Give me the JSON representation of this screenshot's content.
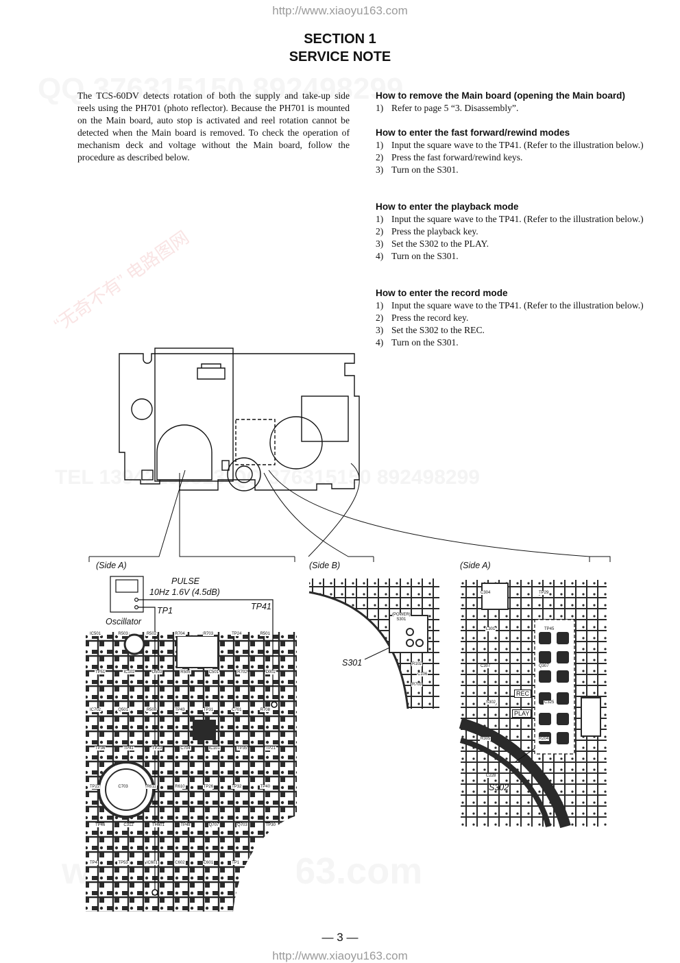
{
  "header": {
    "url_top": "http://www.xiaoyu163.com",
    "url_bottom": "http://www.xiaoyu163.com"
  },
  "section": {
    "number": "SECTION 1",
    "title": "SERVICE NOTE"
  },
  "intro": "The TCS-60DV detects rotation of both the supply and take-up side reels using the PH701 (photo reflector).   Because the PH701 is mounted on the Main board, auto stop is activated and reel rotation cannot be detected when the Main board is removed.  To check the operation of mechanism deck and voltage without the Main board, follow the procedure as described below.",
  "procedures": [
    {
      "heading": "How to remove the Main board  (opening the Main board)",
      "steps": [
        {
          "num": "1)",
          "text": "Refer to page 5 “3. Disassembly”."
        }
      ]
    },
    {
      "heading": "How to enter the fast forward/rewind modes",
      "steps": [
        {
          "num": "1)",
          "text": "Input the square wave to the TP41.  (Refer to the illustration below.)"
        },
        {
          "num": "2)",
          "text": "Press the fast forward/rewind keys."
        },
        {
          "num": "3)",
          "text": "Turn on the S301."
        }
      ]
    },
    {
      "heading": "How to enter the playback mode",
      "steps": [
        {
          "num": "1)",
          "text": "Input the square wave to the TP41.  (Refer to the illustration below.)"
        },
        {
          "num": "2)",
          "text": "Press the playback key."
        },
        {
          "num": "3)",
          "text": "Set the S302 to the PLAY."
        },
        {
          "num": "4)",
          "text": "Turn on the S301."
        }
      ]
    },
    {
      "heading": "How to enter the record mode",
      "steps": [
        {
          "num": "1)",
          "text": "Input the square wave to the TP41.  (Refer to the illustration below.)"
        },
        {
          "num": "2)",
          "text": "Press the record key."
        },
        {
          "num": "3)",
          "text": "Set the S302 to the REC."
        },
        {
          "num": "4)",
          "text": "Turn on the S301."
        }
      ]
    }
  ],
  "diagram": {
    "side_left": "(Side A)",
    "side_middle": "(Side B)",
    "side_right": "(Side A)",
    "pulse_label": "PULSE",
    "pulse_spec": "10Hz 1.6V (4.5dB)",
    "tp1": "TP1",
    "tp41": "TP41",
    "oscillator": "Oscillator",
    "s301": "S301",
    "s302": "S302",
    "rec": "REC",
    "play": "PLAY",
    "power_label": "(POWER)",
    "power_ref": "S301",
    "left_board_labels": [
      "IC501",
      "R503",
      "R502",
      "R704",
      "R703",
      "TP24",
      "R501",
      "TP51",
      "IC102",
      "D503",
      "R505",
      "C501",
      "R702",
      "D002",
      "IC702",
      "Q501",
      "R508",
      "TP43",
      "TP31",
      "C701",
      "R708",
      "TP36",
      "TP41",
      "TP23",
      "C704",
      "IC101",
      "TP35",
      "TP21",
      "TP22",
      "C703",
      "R611",
      "R610",
      "TP26",
      "TP32",
      "TP40",
      "TP46",
      "C312",
      "TH601",
      "TP48",
      "Q707",
      "Q703",
      "TP30",
      "TP4",
      "TP53",
      "IC601",
      "C602",
      "C601",
      "TP1"
    ],
    "middle_board_labels": [
      "R102",
      "C106",
      "R703"
    ],
    "right_board_labels": [
      "C304",
      "TP29",
      "L301",
      "TP45",
      "C307",
      "Q307",
      "S302",
      "C325",
      "R305",
      "R204",
      "C228"
    ]
  },
  "page_number": "— 3 —",
  "watermarks": [
    "QQ 376315150   892498299",
    "TEL 13942296513   QQ 376315150   892498299",
    "www.xiaoyu163.com",
    "“无奇不有” 电路图网"
  ],
  "colors": {
    "text": "#111111",
    "url": "#9a9a9a",
    "watermark": "#ebaaaa"
  }
}
